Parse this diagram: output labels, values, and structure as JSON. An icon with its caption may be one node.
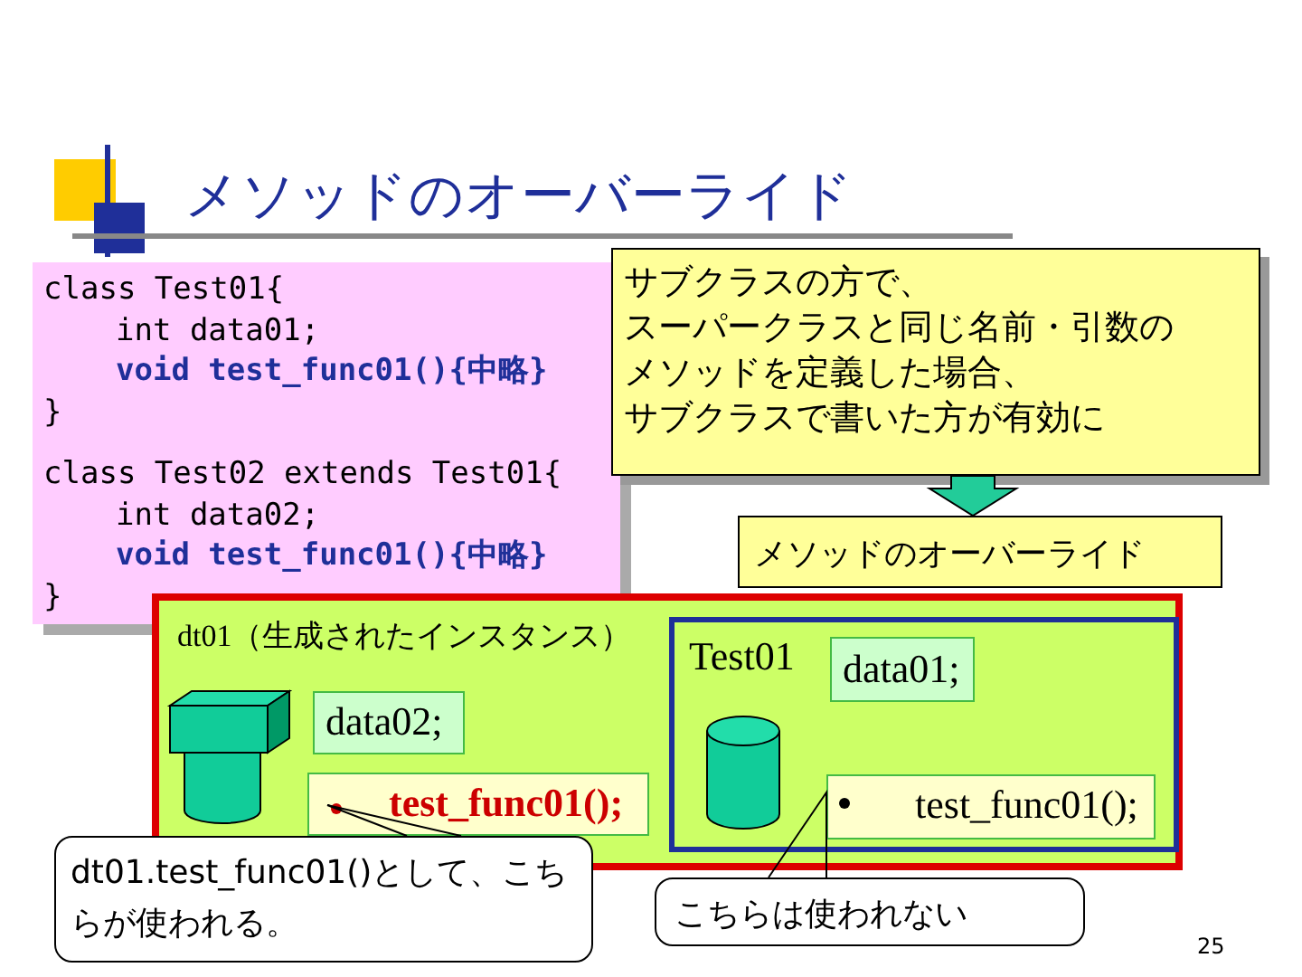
{
  "diagram": {
    "title": "メソッドのオーバーライド",
    "nodes": [
      {
        "text": [
          "class Test01{",
          "int data01;",
          "void test_func01(){中略}",
          "}",
          "class Test02 extends Test01{",
          "int data02;",
          "void test_func01(){中略}",
          "}"
        ]
      },
      {
        "text": [
          "サブクラスの方で、",
          "スーパークラスと同じ名前・引数の",
          "メソッドを定義した場合、",
          "サブクラスで書いた方が有効に"
        ]
      },
      {
        "text": [
          "メソッドのオーバーライド"
        ]
      },
      {
        "text": [
          "dt01（生成されたインスタンス）"
        ]
      },
      {
        "text": [
          "data02;"
        ],
        "in": 3
      },
      {
        "text": [
          "test_func01();"
        ],
        "in": 3
      },
      {
        "text": [
          "Test01"
        ],
        "in": 3
      },
      {
        "text": [
          "data01;"
        ],
        "in": 6
      },
      {
        "text": [
          "test_func01();"
        ],
        "in": 6
      },
      {
        "text": [
          "dt01.test_func01()として、こちらが使われる。"
        ]
      },
      {
        "text": [
          "こちらは使われない"
        ]
      }
    ],
    "edges": [
      {
        "from": 1,
        "to": 2,
        "arrow": "to"
      },
      {
        "from": 9,
        "to": 5,
        "arrow": "none"
      },
      {
        "from": 10,
        "to": 8,
        "arrow": "none"
      }
    ],
    "labels": [
      "25"
    ]
  }
}
